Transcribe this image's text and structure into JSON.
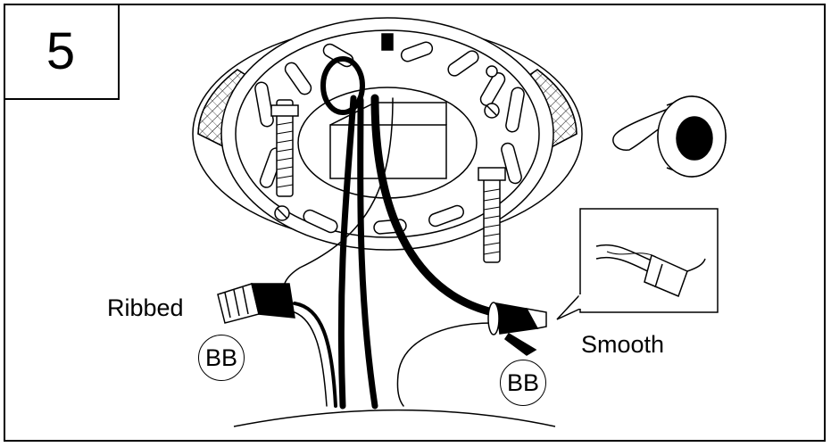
{
  "step": {
    "number": "5"
  },
  "labels": {
    "ribbed": "Ribbed",
    "smooth": "Smooth",
    "bb_left": "BB",
    "bb_right": "BB"
  },
  "icons": {
    "tape": "electrical-tape-roll",
    "inset": "twisted-wire-detail"
  },
  "colors": {
    "ink": "#000000",
    "paper": "#ffffff"
  }
}
